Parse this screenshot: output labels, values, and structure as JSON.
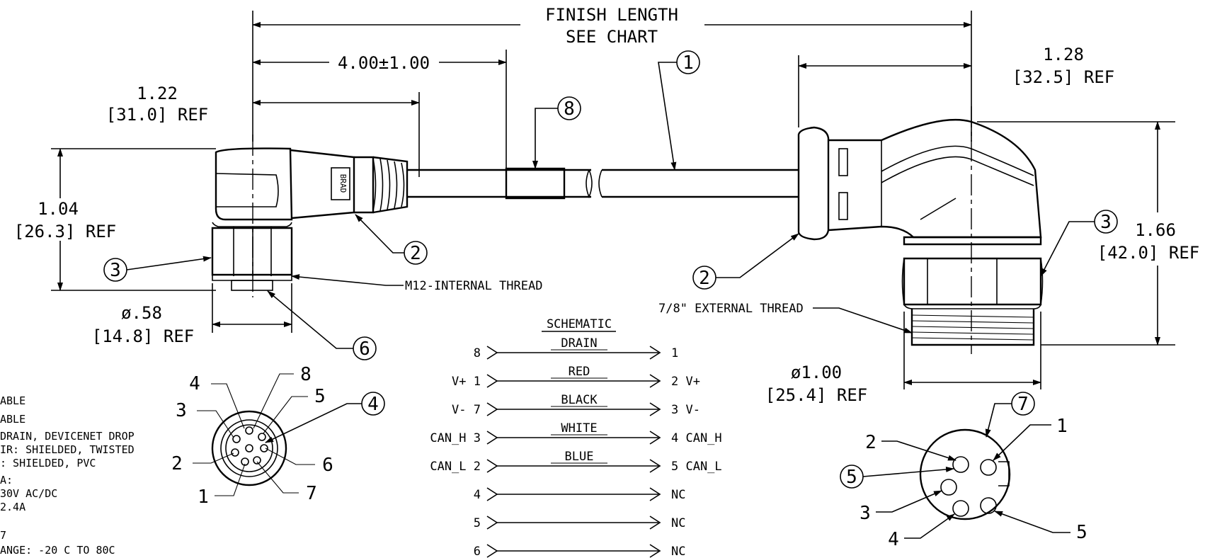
{
  "dimensions": {
    "finish_length_1": "FINISH LENGTH",
    "finish_length_2": "SEE CHART",
    "strip_length": "4.00±1.00",
    "left_width_1": "1.22",
    "left_width_2": "[31.0] REF",
    "left_height_1": "1.04",
    "left_height_2": "[26.3] REF",
    "left_dia_1": "ø.58",
    "left_dia_2": "[14.8] REF",
    "right_width_1": "1.28",
    "right_width_2": "[32.5] REF",
    "right_height_1": "1.66",
    "right_height_2": "[42.0] REF",
    "right_dia_1": "ø1.00",
    "right_dia_2": "[25.4] REF"
  },
  "callouts": {
    "c1": "1",
    "c2a": "2",
    "c2b": "2",
    "c3a": "3",
    "c3b": "3",
    "c4": "4",
    "c6": "6",
    "c7": "7",
    "c8": "8",
    "c5": "5"
  },
  "thread_labels": {
    "m12": "M12-INTERNAL THREAD",
    "ext": "7/8\" EXTERNAL THREAD"
  },
  "brand_mark": "BRAD",
  "schematic": {
    "title": "SCHEMATIC",
    "rows": [
      {
        "left": "8",
        "wire": "DRAIN",
        "right": "1"
      },
      {
        "left": "V+ 1",
        "wire": "RED",
        "right": "2 V+"
      },
      {
        "left": "V- 7",
        "wire": "BLACK",
        "right": "3 V-"
      },
      {
        "left": "CAN_H 3",
        "wire": "WHITE",
        "right": "4 CAN_H"
      },
      {
        "left": "CAN_L 2",
        "wire": "BLUE",
        "right": "5 CAN_L"
      },
      {
        "left": "4",
        "wire": "",
        "right": "NC"
      },
      {
        "left": "5",
        "wire": "",
        "right": "NC"
      },
      {
        "left": "6",
        "wire": "",
        "right": "NC"
      }
    ]
  },
  "left_face_pins": {
    "p4": "4",
    "p8": "8",
    "p3": "3",
    "p5": "5",
    "p2": "2",
    "p6": "6",
    "p1": "1",
    "p7": "7"
  },
  "right_face_pins": {
    "p2": "2",
    "p1": "1",
    "p3": "3",
    "p4": "4",
    "p5": "5"
  },
  "notes": [
    "ABLE",
    "ABLE",
    " DRAIN, DEVICENET DROP",
    "IR: SHIELDED, TWISTED",
    ": SHIELDED, PVC",
    "A:",
    "30V AC/DC",
    "2.4A",
    "7",
    "ANGE: -20 C TO 80C"
  ]
}
